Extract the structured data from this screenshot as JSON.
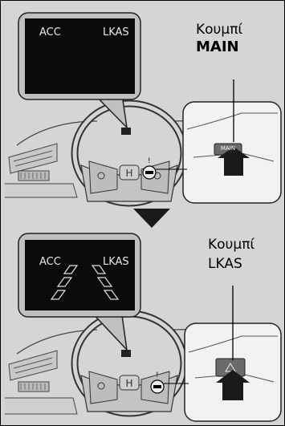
{
  "panel_top": {
    "display_left": "ACC",
    "display_right": "LKAS",
    "callout_line1": "Κουμπί",
    "callout_line2": "MAIN",
    "button_text": "MAIN"
  },
  "panel_bottom": {
    "display_left": "ACC",
    "display_right": "LKAS",
    "callout_line1": "Κουμπί",
    "callout_line2": "LKAS"
  },
  "colors": {
    "background": "#d5d5d5",
    "screen": "#0b0b0b",
    "arrow": "#1a1a1a"
  }
}
